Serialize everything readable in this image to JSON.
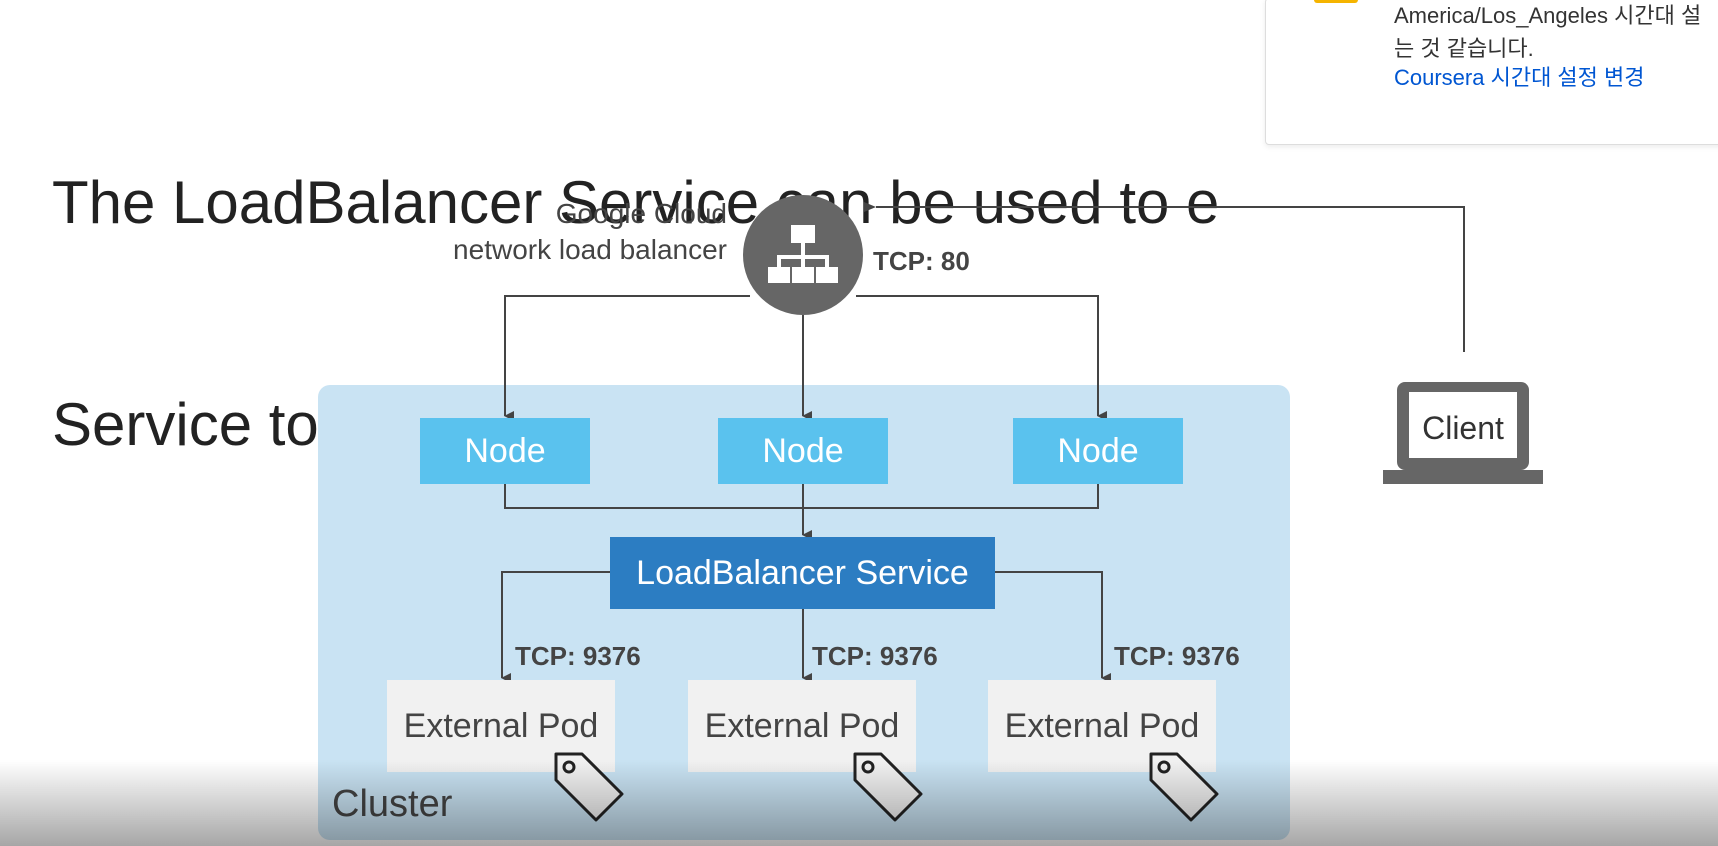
{
  "slide": {
    "title_line1": "The LoadBalancer Service can be used to e",
    "title_line2": "Service to resources outside the cluster"
  },
  "diagram": {
    "load_balancer": {
      "label_line1": "Google Cloud",
      "label_line2": "network load balancer",
      "port": "TCP: 80"
    },
    "nodes": [
      "Node",
      "Node",
      "Node"
    ],
    "service": "LoadBalancer Service",
    "pod_ports": [
      "TCP: 9376",
      "TCP: 9376",
      "TCP: 9376"
    ],
    "pods": [
      "External Pod",
      "External Pod",
      "External Pod"
    ],
    "cluster_label": "Cluster",
    "client_label": "Client"
  },
  "timezone_notice": {
    "line1": "America/Los_Angeles 시간대 설",
    "line2": "는 것 같습니다.",
    "link": "Coursera 시간대 설정 변경"
  },
  "colors": {
    "cluster_bg": "#c9e3f3",
    "node": "#5ac2ee",
    "service": "#2c7dc2",
    "pod": "#f1f1f1",
    "link": "#0056d2",
    "notice_icon": "#f5b400"
  },
  "icons": [
    "network-load-balancer-icon",
    "laptop-icon",
    "tag-icon",
    "warning-icon"
  ]
}
